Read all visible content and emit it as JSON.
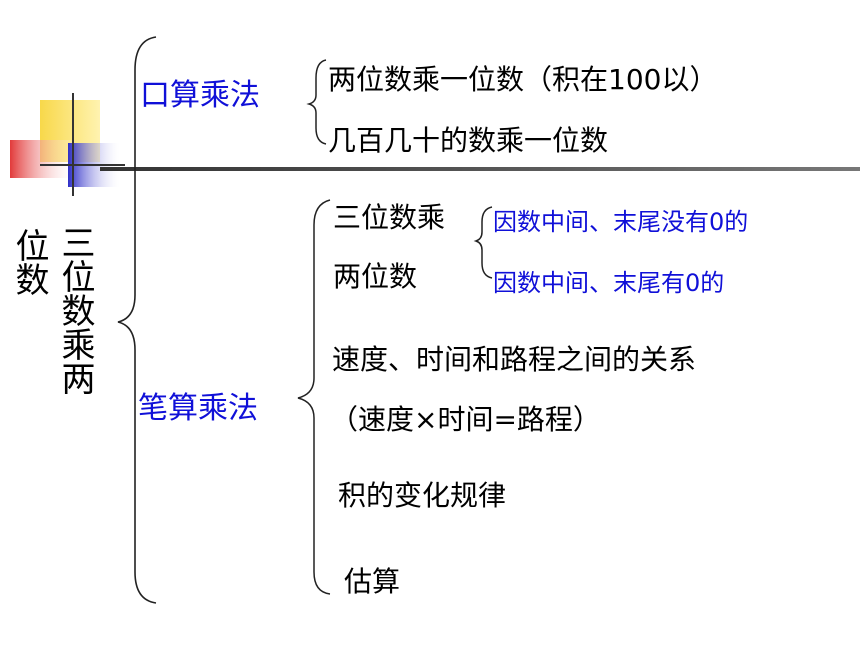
{
  "root": {
    "col1": "三位数乘两",
    "col2": "位数"
  },
  "mental": {
    "label": "口算乘法",
    "items": [
      "两位数乘一位数（积在100以）",
      "几百几十的数乘一位数"
    ]
  },
  "written": {
    "label": "笔算乘法",
    "sub_label_line1": "三位数乘",
    "sub_label_line2": "两位数",
    "sub_items": [
      "因数中间、末尾没有0的",
      "因数中间、末尾有0的"
    ],
    "items": [
      "速度、时间和路程之间的关系",
      "（速度×时间=路程）",
      "积的变化规律",
      "估算"
    ]
  },
  "colors": {
    "blue_text": "#1010d8",
    "deco_yellow": "#f8d84a",
    "deco_red": "#e23a3a",
    "deco_blue": "#2e2ec8"
  }
}
